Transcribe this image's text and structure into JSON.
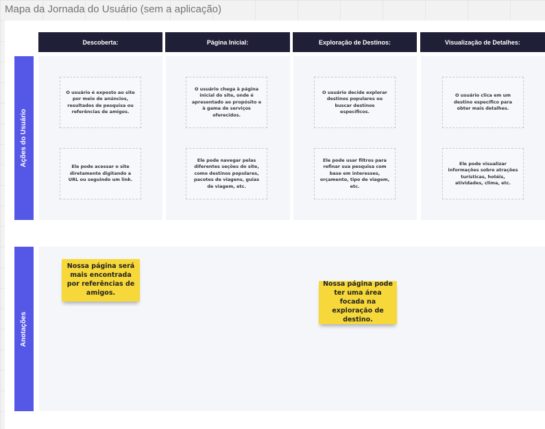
{
  "board": {
    "title": "Mapa da Jornada do Usuário (sem a aplicação)"
  },
  "columns": [
    {
      "label": "Descoberta:"
    },
    {
      "label": "Página Inicial:"
    },
    {
      "label": "Exploração de Destinos:"
    },
    {
      "label": "Visualização de Detalhes:"
    }
  ],
  "rows": {
    "actions_label": "Ações do Usuário",
    "notes_label": "Anotações"
  },
  "cards": {
    "descoberta": [
      "O usuário é exposto ao site por meio de anúncios, resultados de pesquisa ou referências de amigos.",
      "Ele pode acessar o site diretamente digitando a URL ou seguindo um link."
    ],
    "pagina_inicial": [
      "O usuário chega à página inicial do site, onde é apresentado ao propósito e à gama de serviços oferecidos.",
      "Ele pode navegar pelas diferentes seções do site, como destinos populares, pacotes de viagens, guias de viagem, etc."
    ],
    "exploracao": [
      "O usuário decide explorar destinos populares ou buscar destinos específicos.",
      "Ele pode usar filtros para refinar sua pesquisa com base em interesses, orçamento, tipo de viagem, etc."
    ],
    "visualizacao": [
      "O usuário clica em um destino específico para obter mais detalhes.",
      "Ele pode visualizar informações sobre atrações turísticas, hotéis, atividades, clima, etc."
    ]
  },
  "notes": [
    "Nossa página será mais encontrada por referências de amigos.",
    "Nossa página pode ter uma área focada na exploração de destino."
  ],
  "colors": {
    "header_bg": "#1f1f37",
    "row_label_bg": "#5557e6",
    "sticky_note": "#f7d83a",
    "cell_bg": "#f5f6fa"
  }
}
